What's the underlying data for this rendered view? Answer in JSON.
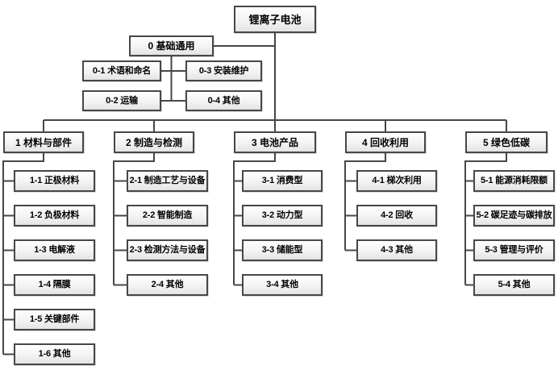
{
  "root": "锂离子电池",
  "basic": {
    "label": "0 基础通用",
    "children": [
      "0-1 术语和命名",
      "0-2 运输",
      "0-3 安装维护",
      "0-4 其他"
    ]
  },
  "branches": [
    {
      "label": "1 材料与部件",
      "children": [
        "1-1 正极材料",
        "1-2 负极材料",
        "1-3 电解液",
        "1-4 隔膜",
        "1-5 关键部件",
        "1-6 其他"
      ]
    },
    {
      "label": "2 制造与检测",
      "children": [
        "2-1 制造工艺与设备",
        "2-2 智能制造",
        "2-3 检测方法与设备",
        "2-4 其他"
      ]
    },
    {
      "label": "3 电池产品",
      "children": [
        "3-1 消费型",
        "3-2 动力型",
        "3-3 储能型",
        "3-4 其他"
      ]
    },
    {
      "label": "4 回收利用",
      "children": [
        "4-1 梯次利用",
        "4-2 回收",
        "4-3 其他"
      ]
    },
    {
      "label": "5 绿色低碳",
      "children": [
        "5-1 能源消耗限额",
        "5-2 碳足迹与碳排放",
        "5-3 管理与评价",
        "5-4 其他"
      ]
    }
  ],
  "colors": {
    "line": "#474747",
    "box_border": "#474747",
    "box_fill_top": "#fefefe",
    "box_fill_bottom": "#e4e4e4",
    "text": "#000000",
    "background": "#ffffff"
  }
}
